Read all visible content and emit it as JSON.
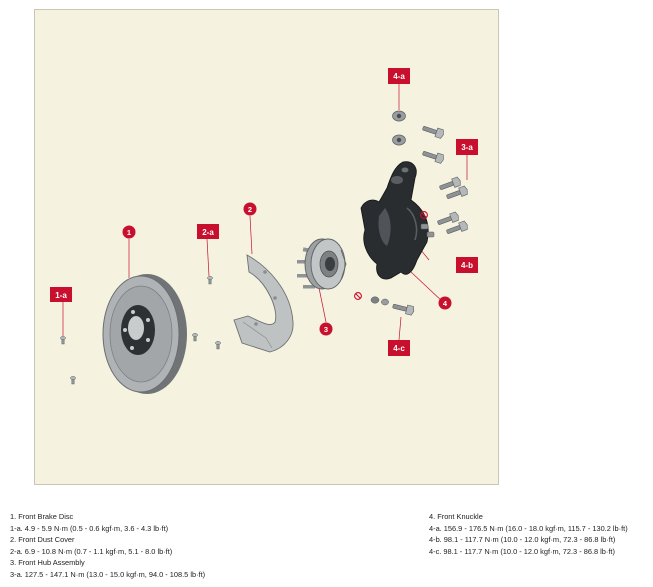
{
  "callouts": {
    "tag_1a": "1-a",
    "tag_2a": "2-a",
    "tag_3a": "3-a",
    "tag_4a": "4-a",
    "tag_4b": "4-b",
    "tag_4c": "4-c",
    "num_1": "1",
    "num_2": "2",
    "num_3": "3",
    "num_4": "4"
  },
  "legend": {
    "left": [
      "1. Front Brake Disc",
      "1-a. 4.9 - 5.9 N·m (0.5 - 0.6 kgf·m, 3.6 - 4.3 lb·ft)",
      "2. Front Dust Cover",
      "2-a. 6.9 - 10.8 N·m (0.7 - 1.1 kgf·m, 5.1 - 8.0 lb·ft)",
      "3. Front Hub Assembly",
      "3-a. 127.5 - 147.1 N·m (13.0 - 15.0 kgf·m, 94.0 - 108.5 lb·ft)"
    ],
    "right": [
      "4. Front Knuckle",
      "4-a. 156.9 - 176.5 N·m (16.0 - 18.0 kgf·m, 115.7 - 130.2 lb·ft)",
      "4-b. 98.1 - 117.7 N·m (10.0 - 12.0 kgf·m, 72.3 - 86.8 lb·ft)",
      "4-c. 98.1 - 117.7 N·m (10.0 - 12.0 kgf·m, 72.3 - 86.8 lb·ft)"
    ]
  },
  "colors": {
    "callout_red": "#c8102e",
    "panel_bg": "#f5f2df",
    "part_gray": "#a9acad",
    "part_dark": "#2a2d30"
  }
}
